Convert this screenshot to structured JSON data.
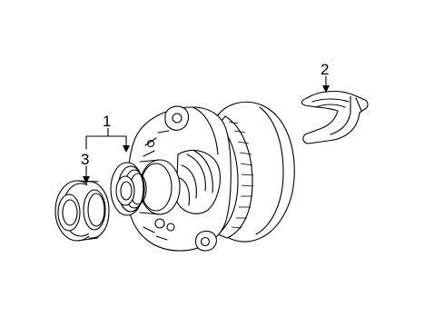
{
  "callouts": {
    "alternator": "1",
    "bracket": "2",
    "pulley": "3"
  },
  "colors": {
    "line": "#000000",
    "background": "#ffffff"
  }
}
